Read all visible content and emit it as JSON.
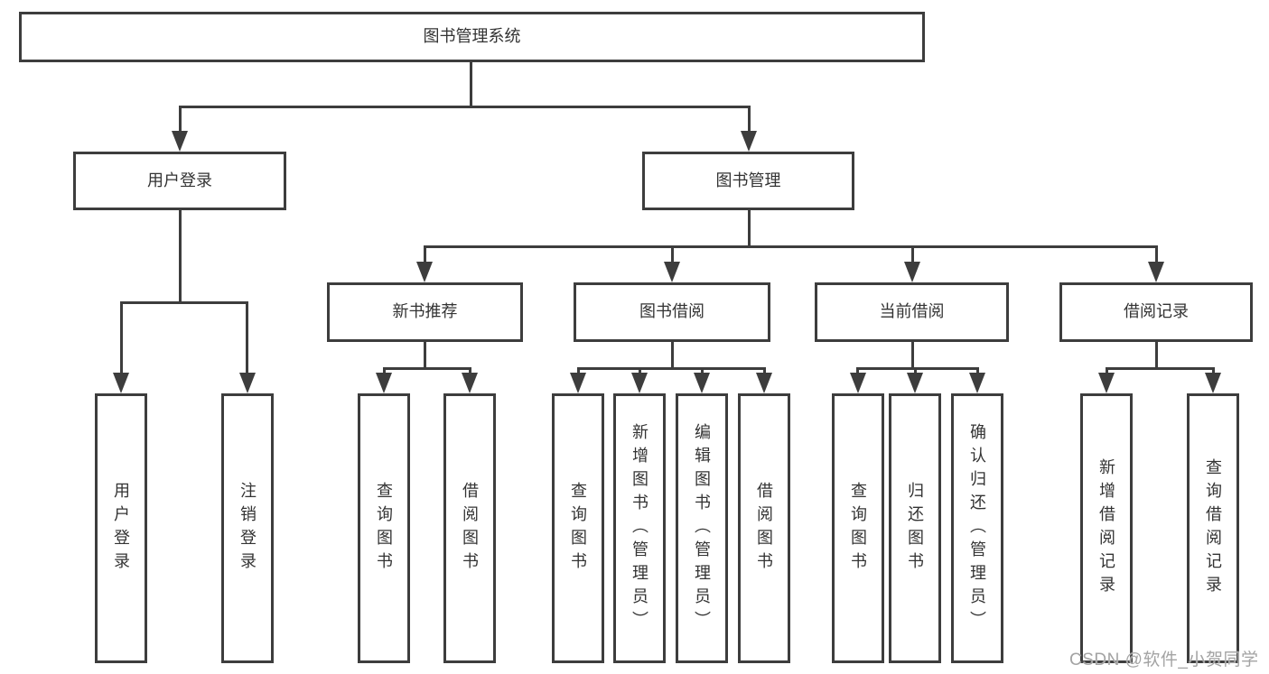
{
  "colors": {
    "line": "#3d3d3d",
    "text": "#333333",
    "watermark": "#a3a3a3",
    "background": "#ffffff"
  },
  "tree": {
    "root": "图书管理系统",
    "level2": [
      "用户登录",
      "图书管理"
    ],
    "level3": [
      "新书推荐",
      "图书借阅",
      "当前借阅",
      "借阅记录"
    ],
    "leaves": {
      "user_login": [
        "用户登录",
        "注销登录"
      ],
      "new_book_recommend": [
        "查询图书",
        "借阅图书"
      ],
      "book_borrow": [
        "查询图书",
        "新增图书（管理员）",
        "编辑图书（管理员）",
        "借阅图书"
      ],
      "current_borrow": [
        "查询图书",
        "归还图书",
        "确认归还（管理员）"
      ],
      "borrow_records": [
        "新增借阅记录",
        "查询借阅记录"
      ]
    }
  },
  "watermark": "CSDN @软件_小贺同学"
}
